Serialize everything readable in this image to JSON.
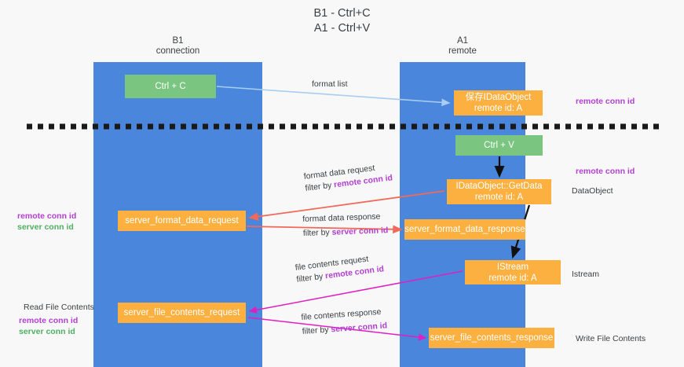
{
  "title": {
    "line1": "B1 - Ctrl+C",
    "line2": "A1 - Ctrl+V"
  },
  "lanes": {
    "b1": {
      "name": "B1",
      "role": "connection"
    },
    "a1": {
      "name": "A1",
      "role": "remote"
    }
  },
  "boxes": {
    "ctrl_c": {
      "label": "Ctrl + C",
      "color": "#7ac57f"
    },
    "dataobject": {
      "line1": "保存IDataObject",
      "line2": "remote id: A",
      "color": "#fcb040"
    },
    "ctrl_v": {
      "label": "Ctrl + V",
      "color": "#7ac57f"
    },
    "getdata": {
      "line1": "IDataObject::GetData",
      "line2": "remote id: A",
      "color": "#fcb040"
    },
    "fmt_request": {
      "label": "server_format_data_request",
      "color": "#fcb040"
    },
    "fmt_response": {
      "label": "server_format_data_response",
      "color": "#fcb040"
    },
    "istream": {
      "line1": "IStream",
      "line2": "remote id: A",
      "color": "#fcb040"
    },
    "file_request": {
      "label": "server_file_contents_request",
      "color": "#fcb040"
    },
    "file_response": {
      "label": "server_file_contents_response",
      "color": "#fcb040"
    }
  },
  "arrow_labels": {
    "format_list": "format list",
    "format_data_request": {
      "line1": "format data request",
      "prefix": "filter by ",
      "key": "remote conn id"
    },
    "format_data_response": {
      "line1": "format data response",
      "prefix": "filter by ",
      "key": "server conn id"
    },
    "file_contents_request": {
      "line1": "file contents request",
      "prefix": "filter by ",
      "key": "remote conn id"
    },
    "file_contents_response": {
      "line1": "file contents response",
      "prefix": "filter by ",
      "key": "server conn id"
    }
  },
  "side_labels": {
    "remote_conn_id_top": "remote conn id",
    "remote_conn_id_mid": "remote conn id",
    "dataobject": "DataObject",
    "istream": "Istream",
    "write_file_contents": "Write File Contents",
    "read_file_contents": "Read File Contents",
    "left_remote_conn_id": "remote conn id",
    "left_server_conn_id": "server conn id",
    "left_remote_conn_id_2": "remote conn id",
    "left_server_conn_id_2": "server conn id"
  },
  "colors": {
    "lane": "#4a86dc",
    "green_box": "#7ac57f",
    "orange_box": "#fcb040",
    "purple": "#b23fd0",
    "green_text": "#4faf63",
    "red_arrow": "#f0695a",
    "magenta_arrow": "#e01fc0",
    "blue_arrow": "#a8cdf0",
    "divider": "#1a1a1a",
    "background": "#f8f8f8"
  }
}
